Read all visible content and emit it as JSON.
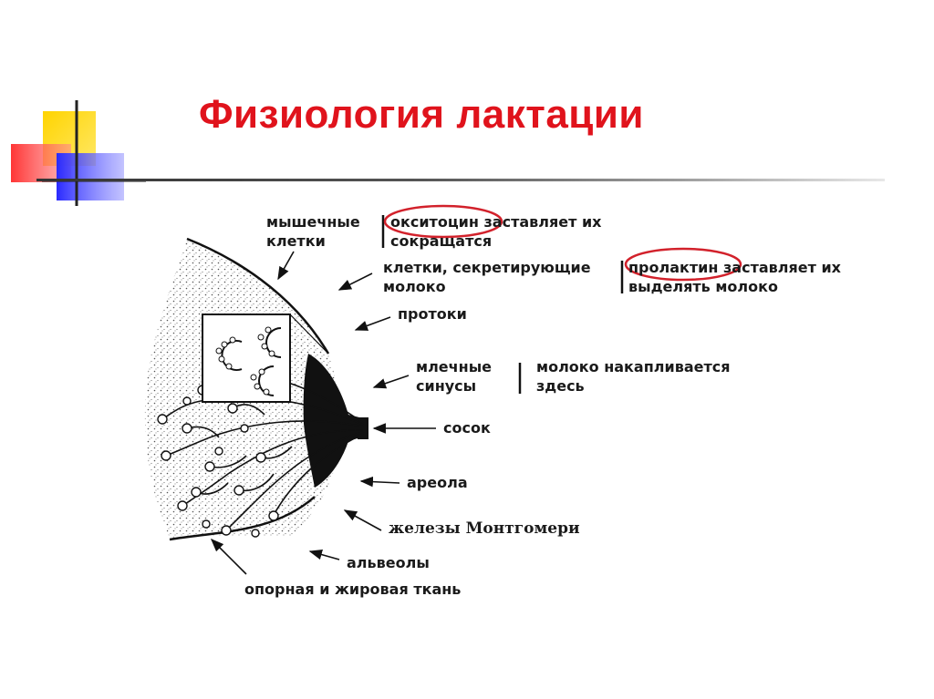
{
  "slide": {
    "title": "Физиология лактации",
    "colors": {
      "title": "#e0131c",
      "deco_yellow": "#ffd400",
      "deco_red": "#ff2a2a",
      "deco_blue": "#2a2aff",
      "highlight_circle": "#d2212b"
    }
  },
  "diagram": {
    "labels": {
      "muscle_cells": [
        "мышечные",
        "клетки"
      ],
      "oxytocin_note": [
        "окситоцин заставляет их",
        "сокращатся"
      ],
      "secreting_cells": [
        "клетки, секретирующие",
        "молоко"
      ],
      "prolactin_note": [
        "пролактин заставляет их",
        "выделять молоко"
      ],
      "ducts": "протоки",
      "milk_sinuses": [
        "млечные",
        "синусы"
      ],
      "sinus_note": [
        "молоко накапливается",
        "здесь"
      ],
      "nipple": "сосок",
      "areola": "ареола",
      "montgomery_glands": "железы Монтгомери",
      "alveoli": "альвеолы",
      "support_tissue": "опорная и жировая ткань"
    }
  }
}
